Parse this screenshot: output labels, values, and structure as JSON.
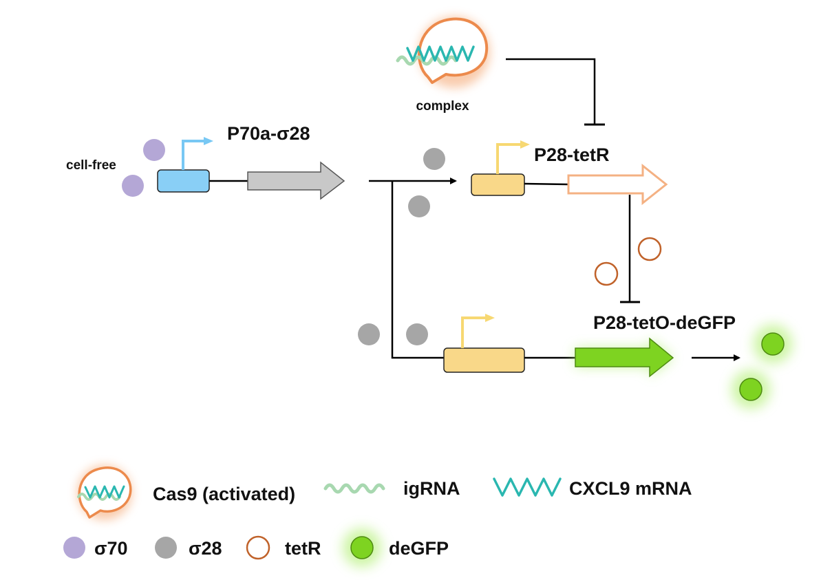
{
  "labels": {
    "cell_free": "cell-free",
    "promoter_p70a": "P70a-σ28",
    "complex": "complex",
    "promoter_p28_tetr": "P28-tetR",
    "promoter_p28_tetO": "P28-tetO-deGFP"
  },
  "legend": {
    "cas9": "Cas9 (activated)",
    "igrna": "igRNA",
    "cxcl9": "CXCL9 mRNA",
    "sigma70": "σ70",
    "sigma28": "σ28",
    "tetr": "tetR",
    "degfp": "deGFP"
  },
  "colors": {
    "sigma70": "#b4a7d6",
    "sigma28": "#a6a6a6",
    "tetr_outline": "#c0622a",
    "degfp_fill": "#7ed321",
    "degfp_glow": "#b6f07a",
    "promoter_blue": "#78c8f4",
    "promoter_blue_box": "#89cff6",
    "promoter_yellow": "#f7d872",
    "box_yellow": "#f9d889",
    "gray_arrow": "#c8c8c8",
    "tetr_arrow_outline": "#f4b183",
    "cas9_glow": "#f4a36c",
    "igrna": "#a8d8b0",
    "cxcl9": "#2ab7b0",
    "line": "#000000"
  },
  "icons": [
    "sigma70-dot",
    "sigma28-dot",
    "tetr-ring",
    "degfp-dot",
    "cas9-icon",
    "promoter-arrow-icon",
    "repression-bar-icon"
  ]
}
